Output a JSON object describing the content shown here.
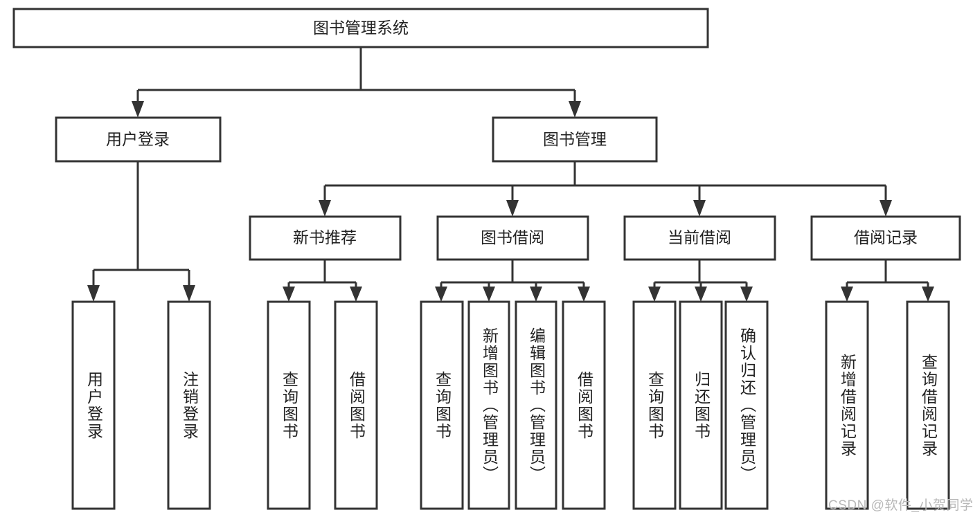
{
  "diagram": {
    "title": "图书管理系统",
    "type": "tree-hierarchy-chart",
    "colors": {
      "box_stroke": "#333333",
      "box_fill": "#ffffff",
      "text": "#222222",
      "background": "#ffffff",
      "watermark": "#b8b8b8"
    },
    "levels": {
      "root": {
        "label": "图书管理系统"
      },
      "level2": [
        {
          "id": "user-login",
          "label": "用户登录"
        },
        {
          "id": "book-management",
          "label": "图书管理"
        }
      ],
      "level3": [
        {
          "id": "new-book-recommend",
          "label": "新书推荐",
          "parent": "book-management"
        },
        {
          "id": "book-borrow",
          "label": "图书借阅",
          "parent": "book-management"
        },
        {
          "id": "current-borrow",
          "label": "当前借阅",
          "parent": "book-management"
        },
        {
          "id": "borrow-record",
          "label": "借阅记录",
          "parent": "book-management"
        }
      ],
      "leaves": [
        {
          "id": "leaf-user-login",
          "label": "用户登录",
          "parent": "user-login"
        },
        {
          "id": "leaf-logout-login",
          "label": "注销登录",
          "parent": "user-login"
        },
        {
          "id": "leaf-query-book-1",
          "label": "查询图书",
          "parent": "new-book-recommend"
        },
        {
          "id": "leaf-borrow-book-1",
          "label": "借阅图书",
          "parent": "new-book-recommend"
        },
        {
          "id": "leaf-query-book-2",
          "label": "查询图书",
          "parent": "book-borrow"
        },
        {
          "id": "leaf-add-book",
          "label": "新增图书（管理员）",
          "parent": "book-borrow"
        },
        {
          "id": "leaf-edit-book",
          "label": "编辑图书（管理员）",
          "parent": "book-borrow"
        },
        {
          "id": "leaf-borrow-book-2",
          "label": "借阅图书",
          "parent": "book-borrow"
        },
        {
          "id": "leaf-query-book-3",
          "label": "查询图书",
          "parent": "current-borrow"
        },
        {
          "id": "leaf-return-book",
          "label": "归还图书",
          "parent": "current-borrow"
        },
        {
          "id": "leaf-confirm-return",
          "label": "确认归还（管理员）",
          "parent": "current-borrow"
        },
        {
          "id": "leaf-add-record",
          "label": "新增借阅记录",
          "parent": "borrow-record"
        },
        {
          "id": "leaf-query-record",
          "label": "查询借阅记录",
          "parent": "borrow-record"
        }
      ]
    },
    "watermark": "CSDN @软件_小贺同学"
  }
}
